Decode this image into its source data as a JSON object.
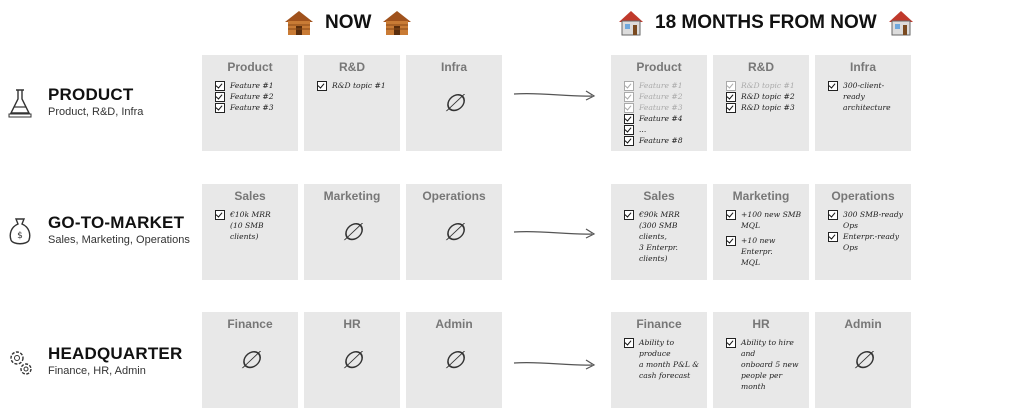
{
  "headers": {
    "now": "NOW",
    "later": "18 MONTHS FROM NOW"
  },
  "rows": [
    {
      "title": "PRODUCT",
      "subtitle": "Product, R&D, Infra",
      "icon": "flask-icon"
    },
    {
      "title": "GO-TO-MARKET",
      "subtitle": "Sales, Marketing, Operations",
      "icon": "money-bag-icon"
    },
    {
      "title": "HEADQUARTER",
      "subtitle": "Finance, HR, Admin",
      "icon": "gears-icon"
    }
  ],
  "empty_symbol": "∅",
  "now": {
    "product": [
      {
        "title": "Product",
        "items": [
          {
            "text": "Feature #1"
          },
          {
            "text": "Feature #2"
          },
          {
            "text": "Feature #3"
          }
        ]
      },
      {
        "title": "R&D",
        "items": [
          {
            "text": "R&D topic #1"
          }
        ]
      },
      {
        "title": "Infra",
        "items": []
      }
    ],
    "gtm": [
      {
        "title": "Sales",
        "items": [
          {
            "text": "€10k MRR\n(10 SMB clients)"
          }
        ]
      },
      {
        "title": "Marketing",
        "items": []
      },
      {
        "title": "Operations",
        "items": []
      }
    ],
    "hq": [
      {
        "title": "Finance",
        "items": []
      },
      {
        "title": "HR",
        "items": []
      },
      {
        "title": "Admin",
        "items": []
      }
    ]
  },
  "later": {
    "product": [
      {
        "title": "Product",
        "items": [
          {
            "text": "Feature #1",
            "done": true
          },
          {
            "text": "Feature #2",
            "done": true
          },
          {
            "text": "Feature #3",
            "done": true
          },
          {
            "text": "Feature #4"
          },
          {
            "text": "..."
          },
          {
            "text": "Feature #8"
          }
        ]
      },
      {
        "title": "R&D",
        "items": [
          {
            "text": "R&D topic #1",
            "done": true
          },
          {
            "text": "R&D topic #2"
          },
          {
            "text": "R&D topic #3"
          }
        ]
      },
      {
        "title": "Infra",
        "items": [
          {
            "text": "300-client-ready\narchitecture"
          }
        ]
      }
    ],
    "gtm": [
      {
        "title": "Sales",
        "items": [
          {
            "text": "€90k MRR\n(300 SMB clients,\n3 Enterpr. clients)"
          }
        ]
      },
      {
        "title": "Marketing",
        "items": [
          {
            "text": "+100 new SMB\nMQL"
          },
          {
            "text": "+10 new Enterpr.\nMQL"
          }
        ]
      },
      {
        "title": "Operations",
        "items": [
          {
            "text": "300 SMB-ready Ops"
          },
          {
            "text": "Enterpr.-ready Ops"
          }
        ]
      }
    ],
    "hq": [
      {
        "title": "Finance",
        "items": [
          {
            "text": "Ability to produce\na month P&L &\ncash forecast"
          }
        ]
      },
      {
        "title": "HR",
        "items": [
          {
            "text": "Ability to hire and\nonboard 5 new\npeople per month"
          }
        ]
      },
      {
        "title": "Admin",
        "items": []
      }
    ]
  }
}
